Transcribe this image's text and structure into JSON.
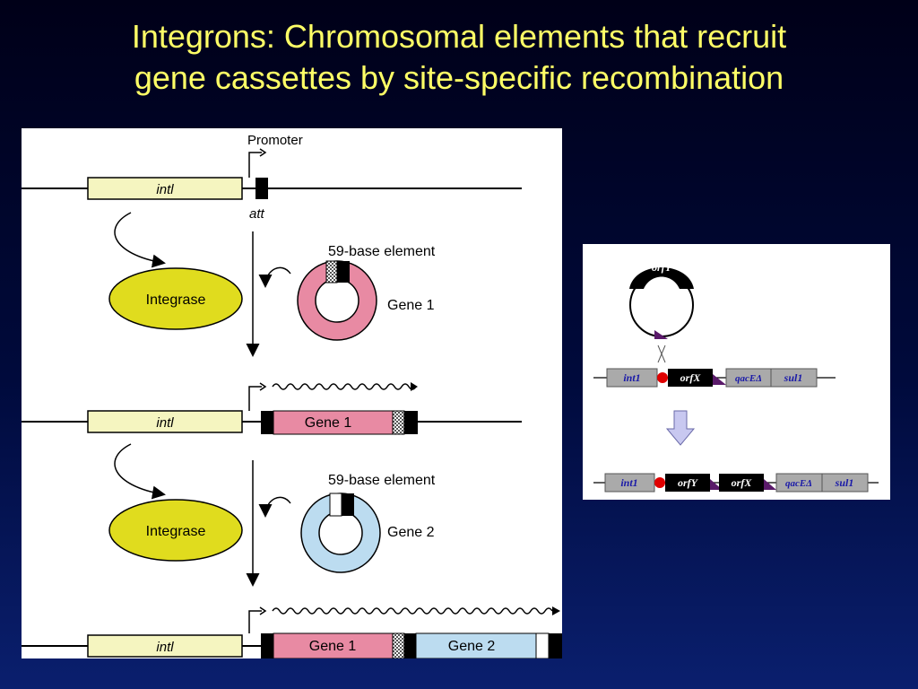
{
  "slide": {
    "title_line1": "Integrons: Chromosomal elements that recruit",
    "title_line2": "gene cassettes by site-specific recombination"
  },
  "left_diagram": {
    "promoter_label": "Promoter",
    "att_label": "att",
    "gene_intl": "intl",
    "integrase_label": "Integrase",
    "element_label": "59-base element",
    "gene1_label": "Gene 1",
    "gene2_label": "Gene 2",
    "colors": {
      "intl_box": "#f5f5c0",
      "integrase": "#e0dc1e",
      "gene1": "#e88aa3",
      "gene2": "#bcdcf0"
    }
  },
  "right_diagram": {
    "orfY": "orfY",
    "orfX": "orfX",
    "int1": "int1",
    "qacE": "qacEΔ",
    "sul1": "sul1",
    "colors": {
      "box_gray": "#aaaaaa",
      "label_blue": "#1a1aa8",
      "red_dot": "#e00000",
      "triangle": "#5a1a6a",
      "arrow_fill": "#c8c8f0"
    }
  }
}
